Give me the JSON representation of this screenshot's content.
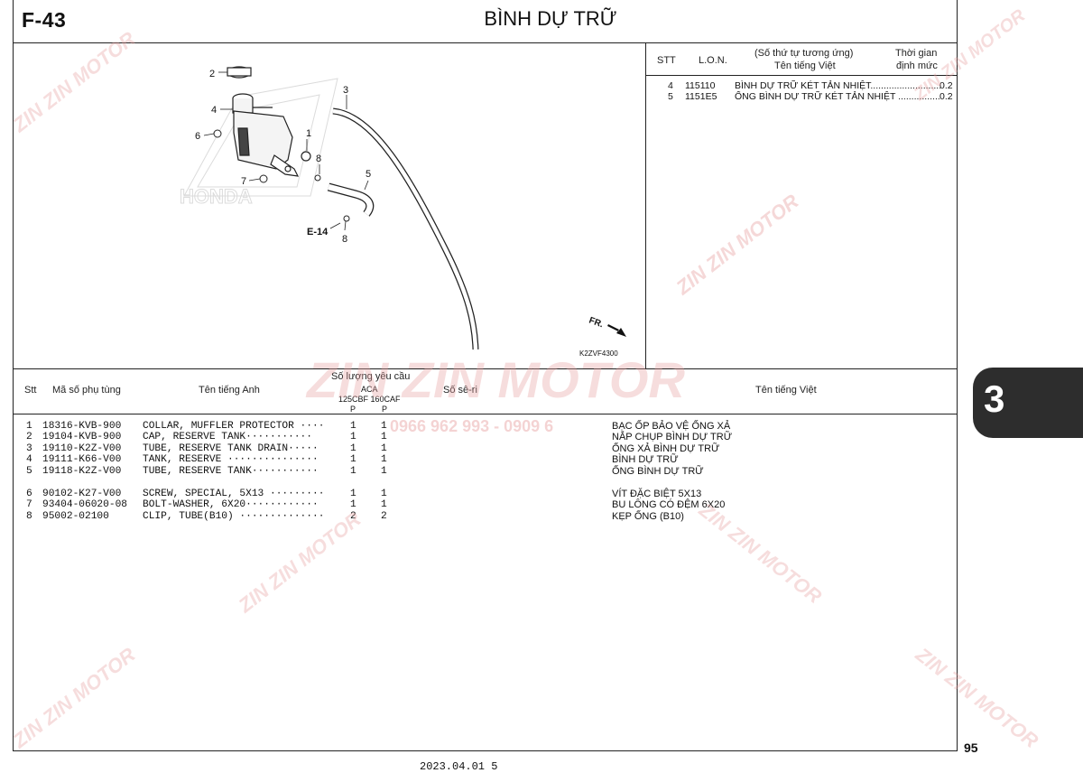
{
  "header": {
    "code": "F-43",
    "title": "BÌNH DỰ TRỮ",
    "page_number": "95",
    "footer_text": "2023.04.01      5",
    "side_tab": "3"
  },
  "diagram": {
    "callouts": [
      "1",
      "2",
      "3",
      "4",
      "5",
      "6",
      "7",
      "8",
      "8"
    ],
    "ref_label": "E-14",
    "fr_label": "FR.",
    "drawing_code": "K2ZVF4300"
  },
  "info_table": {
    "headers": {
      "stt": "STT",
      "lon": "L.O.N.",
      "desc_line1": "(Số thứ tự tương ứng)",
      "desc_line2": "Tên tiếng Việt",
      "time_line1": "Thời gian",
      "time_line2": "định mức"
    },
    "rows": [
      {
        "stt": "4",
        "lon": "115110",
        "desc": "BÌNH DỰ TRỮ KÉT TẢN NHIỆT.................................",
        "time": "0.2"
      },
      {
        "stt": "5",
        "lon": "1151E5",
        "desc": "ỐNG BÌNH DỰ TRỮ KÉT TẢN NHIỆT .........................",
        "time": "0.2"
      }
    ]
  },
  "parts_table": {
    "headers": {
      "stt": "Stt",
      "part_no": "Mã số phụ tùng",
      "name_en": "Tên tiếng Anh",
      "qty": "Số lượng yêu cầu",
      "aca": "ACA",
      "models": "125CBF 160CAF",
      "p1": "P",
      "p2": "P",
      "serial": "Số sê-ri",
      "name_vi": "Tên tiếng Việt"
    },
    "rows": [
      {
        "stt": "1",
        "part_no": "18316-KVB-900",
        "name_en": "COLLAR, MUFFLER PROTECTOR ····",
        "q1": "1",
        "q2": "1",
        "name_vi": "BẠC ỐP BẢO VỆ ỐNG XẢ"
      },
      {
        "stt": "2",
        "part_no": "19104-KVB-900",
        "name_en": "CAP, RESERVE TANK···········",
        "q1": "1",
        "q2": "1",
        "name_vi": "NẮP CHỤP BÌNH DỰ TRỮ"
      },
      {
        "stt": "3",
        "part_no": "19110-K2Z-V00",
        "name_en": "TUBE, RESERVE TANK DRAIN·····",
        "q1": "1",
        "q2": "1",
        "name_vi": "ỐNG XẢ BÌNH DỰ TRỮ"
      },
      {
        "stt": "4",
        "part_no": "19111-K66-V00",
        "name_en": "TANK, RESERVE ···············",
        "q1": "1",
        "q2": "1",
        "name_vi": "BÌNH DỰ TRỮ"
      },
      {
        "stt": "5",
        "part_no": "19118-K2Z-V00",
        "name_en": "TUBE, RESERVE TANK···········",
        "q1": "1",
        "q2": "1",
        "name_vi": "ỐNG BÌNH DỰ TRỮ"
      },
      {
        "stt": "6",
        "part_no": "90102-K27-V00",
        "name_en": "SCREW, SPECIAL, 5X13 ·········",
        "q1": "1",
        "q2": "1",
        "name_vi": "VÍT ĐẶC BIỆT 5X13"
      },
      {
        "stt": "7",
        "part_no": "93404-06020-08",
        "name_en": "BOLT-WASHER, 6X20············",
        "q1": "1",
        "q2": "1",
        "name_vi": "BU LÔNG CÓ ĐỆM 6X20"
      },
      {
        "stt": "8",
        "part_no": "95002-02100",
        "name_en": "CLIP, TUBE(B10) ··············",
        "q1": "2",
        "q2": "2",
        "name_vi": "KẸP ỐNG (B10)"
      }
    ]
  },
  "watermark": {
    "brand": "ZIN ZIN MOTOR",
    "phone": "0966 962 993 - 0909 6",
    "color": "#e8a0a0"
  }
}
